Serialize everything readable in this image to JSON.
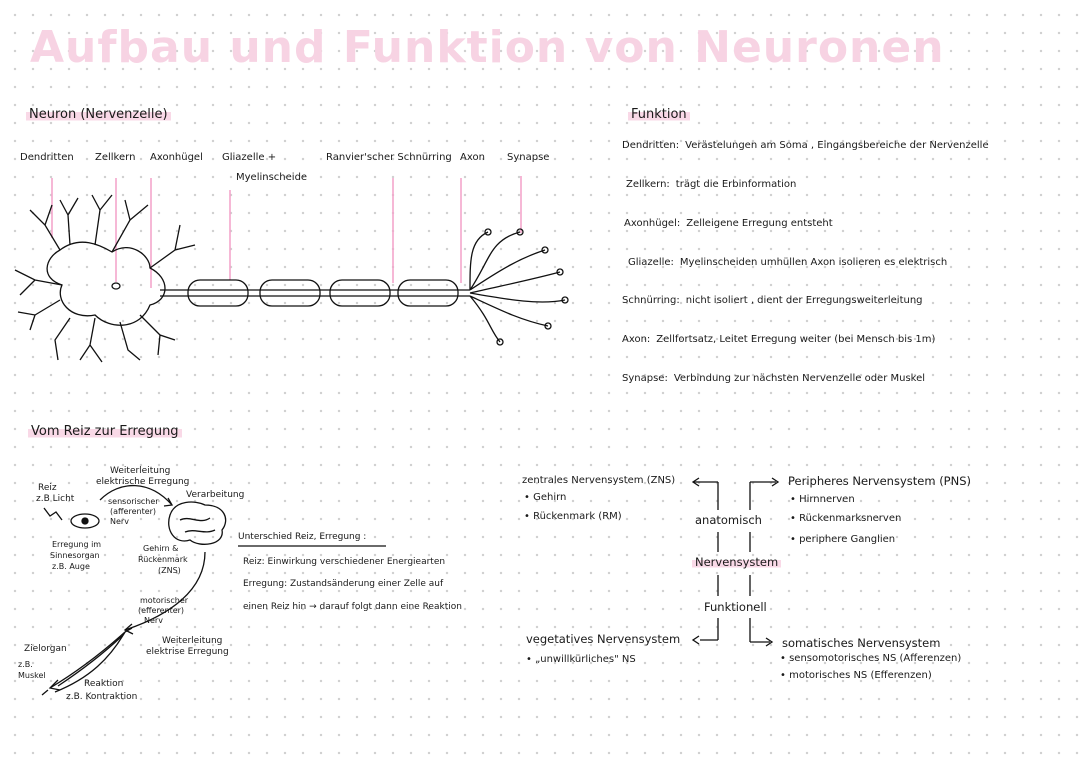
{
  "title": "Aufbau und Funktion von Neuronen",
  "neuron": {
    "heading": "Neuron (Nervenzelle)",
    "labels": {
      "dendriten": "Dendritten",
      "zellkern": "Zellkern",
      "axonhuegel": "Axonhügel",
      "gliazelle1": "Gliazelle +",
      "gliazelle2": "Myelinscheide",
      "ranvier": "Ranvier'scher Schnürring",
      "axon": "Axon",
      "synapse": "Synapse"
    }
  },
  "funktion": {
    "heading": "Funktion",
    "rows": [
      {
        "term": "Dendritten:",
        "text": "Verästelungen am Soma , Eingangsbereiche der Nervenzelle"
      },
      {
        "term": "Zellkern:",
        "text": "trägt die Erbinformation"
      },
      {
        "term": "Axonhügel:",
        "text": "Zelleigene Erregung entsteht"
      },
      {
        "term": "Gliazelle:",
        "text": "Myelinscheiden umhüllen Axon isolieren es elektrisch"
      },
      {
        "term": "Schnürring:",
        "text": "nicht isoliert , dient der Erregungsweiterleitung"
      },
      {
        "term": "Axon:",
        "text": "Zellfortsatz, Leitet Erregung weiter (bei Mensch bis 1m)"
      },
      {
        "term": "Synapse:",
        "text": "Verbindung zur nächsten Nervenzelle oder Muskel"
      }
    ]
  },
  "reiz": {
    "heading": "Vom Reiz zur Erregung",
    "weiterleitung1a": "Weiterleitung",
    "weiterleitung1b": "elektrische Erregung",
    "reiz_a": "Reiz",
    "reiz_b": "z.B Licht",
    "sensorisch_a": "sensorischer",
    "sensorisch_b": "(afferenter)",
    "sensorisch_c": "Nerv",
    "verarbeitung": "Verarbeitung",
    "erregung_a": "Erregung im",
    "erregung_b": "Sinnesorgan",
    "erregung_c": "z.B. Auge",
    "gehirn_a": "Gehirn &",
    "gehirn_b": "Rückenmark",
    "gehirn_c": "(ZNS)",
    "motorisch_a": "motorischer",
    "motorisch_b": "(efferenter)",
    "motorisch_c": "Nerv",
    "weiterleitung2a": "Weiterleitung",
    "weiterleitung2b": "elektrise Erregung",
    "zielorgan": "Zielorgan",
    "muskel_a": "z.B.",
    "muskel_b": "Muskel",
    "reaktion_a": "Reaktion",
    "reaktion_b": "z.B. Kontraktion",
    "unterschied_heading": "Unterschied Reiz, Erregung :",
    "unterschied_1": "Reiz: Einwirkung verschiedener Energiearten",
    "unterschied_2": "Erregung: Zustandsänderung einer Zelle auf",
    "unterschied_3": "einen Reiz hin → darauf folgt dann eine Reaktion"
  },
  "nervensystem": {
    "center": "Nervensystem",
    "anatomisch": "anatomisch",
    "funktionell": "Funktionell",
    "zns": "zentrales Nervensystem (ZNS)",
    "zns_items": [
      "Gehirn",
      "Rückenmark (RM)"
    ],
    "pns": "Peripheres Nervensystem (PNS)",
    "pns_items": [
      "Hirnnerven",
      "Rückenmarksnerven",
      "periphere Ganglien"
    ],
    "vegetativ": "vegetatives Nervensystem",
    "vegetativ_items": [
      "„unwillkürliches\" NS"
    ],
    "somatisch": "somatisches Nervensystem",
    "somatisch_items": [
      "sensomotorisches NS (Afferenzen)",
      "motorisches NS (Efferenzen)"
    ]
  }
}
